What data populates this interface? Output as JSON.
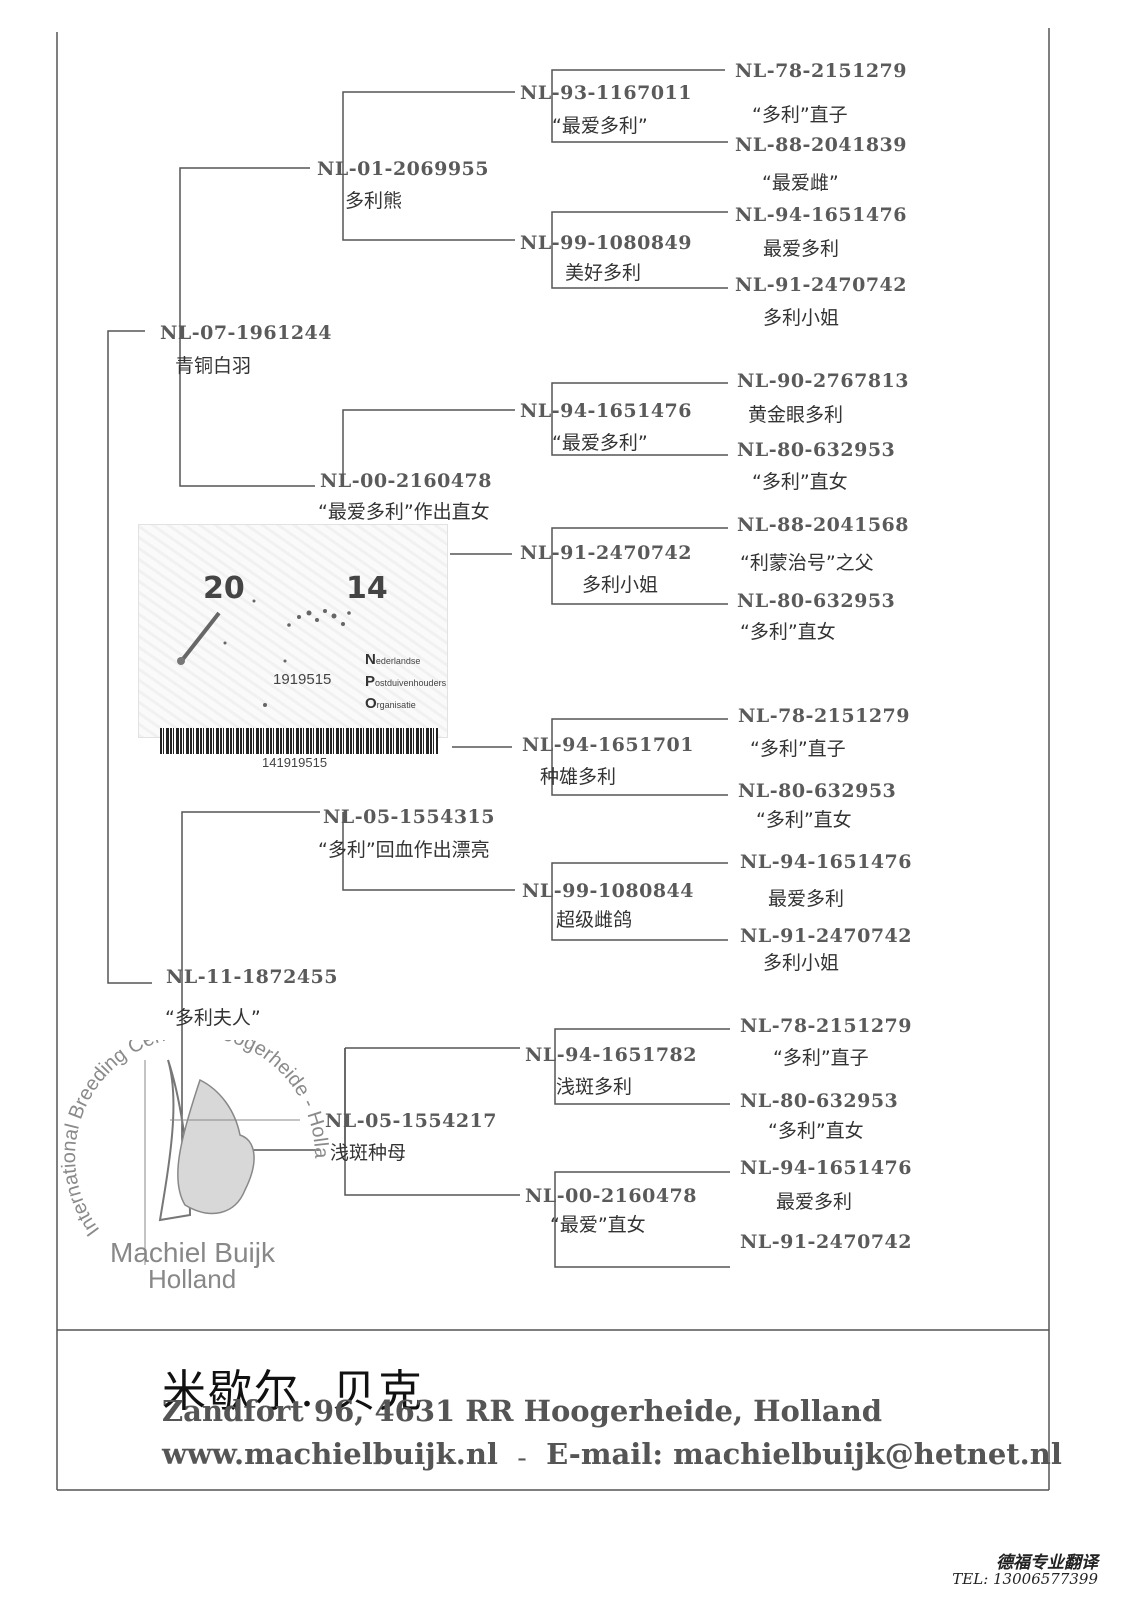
{
  "pedigree": {
    "bird": {
      "ring": "NL-07-1961244",
      "name": "青铜白羽"
    },
    "sire": {
      "ring": "NL-01-2069955",
      "name": "多利熊"
    },
    "dam": {
      "ring": "NL-11-1872455",
      "name": "“多利夫人”"
    },
    "ss": {
      "ring": "NL-93-1167011",
      "name": "“最爱多利”"
    },
    "sd": {
      "ring": "NL-99-1080849",
      "name": "美好多利"
    },
    "ss_s": {
      "ring": "NL-78-2151279",
      "name": "“多利”直子"
    },
    "ss_d": {
      "ring": "NL-88-2041839",
      "name": "“最爱雌”"
    },
    "sd_s": {
      "ring": "NL-94-1651476",
      "name": "最爱多利"
    },
    "sd_d": {
      "ring": "NL-91-2470742",
      "name": "多利小姐"
    },
    "b2": {
      "ring": "NL-00-2160478",
      "name": "“最爱多利”作出直女"
    },
    "b2s": {
      "ring": "NL-94-1651476",
      "name": "“最爱多利”"
    },
    "b2d": {
      "ring": "NL-91-2470742",
      "name": "多利小姐"
    },
    "b2s_s": {
      "ring": "NL-90-2767813",
      "name": "黄金眼多利"
    },
    "b2s_d": {
      "ring": "NL-80-632953",
      "name": "“多利”直女"
    },
    "b2d_s": {
      "ring": "NL-88-2041568",
      "name": "“利蒙治号”之父"
    },
    "b2d_d": {
      "ring": "NL-80-632953",
      "name": "“多利”直女"
    },
    "c1": {
      "ring": "NL-05-1554315",
      "name": "“多利”回血作出漂亮"
    },
    "c1s": {
      "ring": "NL-94-1651701",
      "name": "种雄多利"
    },
    "c1d": {
      "ring": "NL-99-1080844",
      "name": "超级雌鸽"
    },
    "c1s_s": {
      "ring": "NL-78-2151279",
      "name": "“多利”直子"
    },
    "c1s_d": {
      "ring": "NL-80-632953",
      "name": "“多利”直女"
    },
    "c1d_s": {
      "ring": "NL-94-1651476",
      "name": "最爱多利"
    },
    "c1d_d": {
      "ring": "NL-91-2470742",
      "name": "多利小姐"
    },
    "c2": {
      "ring": "NL-05-1554217",
      "name": "浅斑种母"
    },
    "c2s": {
      "ring": "NL-94-1651782",
      "name": "浅斑多利"
    },
    "c2d": {
      "ring": "NL-00-2160478",
      "name": "“最爱”直女"
    },
    "c2s_s": {
      "ring": "NL-78-2151279",
      "name": "“多利”直子"
    },
    "c2s_d": {
      "ring": "NL-80-632953",
      "name": "“多利”直女"
    },
    "c2d_s": {
      "ring": "NL-94-1651476",
      "name": "最爱多利"
    },
    "c2d_d": {
      "ring": "NL-91-2470742"
    }
  },
  "ring_card": {
    "year_left": "20",
    "year_right": "14",
    "number": "1919515",
    "org": [
      {
        "initial": "N",
        "rest": "ederlandse"
      },
      {
        "initial": "P",
        "rest": "ostduivenhouders"
      },
      {
        "initial": "O",
        "rest": "rganisatie"
      }
    ],
    "barcode_number": "141919515"
  },
  "stamp": {
    "ring_text": "International Breeding Center - Hoogerheide - Holland",
    "brand": "Machiel Buijk",
    "place": "Holland"
  },
  "footer": {
    "name": "米歇尔. 贝克",
    "address": "Zandfort 96, 4631 RR Hoogerheide, Holland",
    "web": "www.machielbuijk.nl",
    "separator": "–",
    "email": "E-mail: machielbuijk@hetnet.nl"
  },
  "translator": {
    "name": "德福专业翻译",
    "tel": "TEL: 13006577399"
  }
}
